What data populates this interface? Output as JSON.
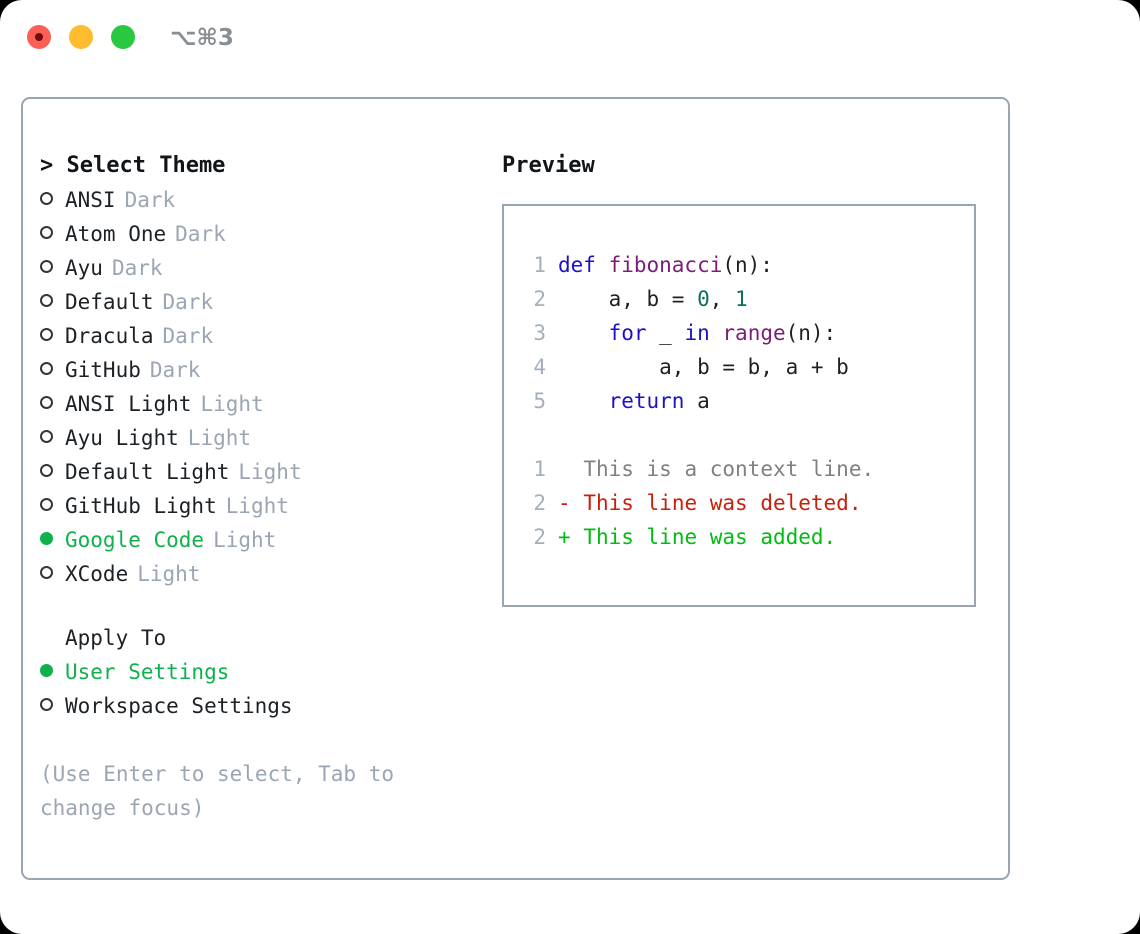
{
  "window": {
    "shortcut_label": "⌥⌘3",
    "traffic_lights": [
      "close",
      "minimize",
      "maximize"
    ]
  },
  "theme_panel": {
    "heading": "> Select Theme",
    "themes": [
      {
        "name": "ANSI",
        "variant": "Dark",
        "selected": false
      },
      {
        "name": "Atom One",
        "variant": "Dark",
        "selected": false
      },
      {
        "name": "Ayu",
        "variant": "Dark",
        "selected": false
      },
      {
        "name": "Default",
        "variant": "Dark",
        "selected": false
      },
      {
        "name": "Dracula",
        "variant": "Dark",
        "selected": false
      },
      {
        "name": "GitHub",
        "variant": "Dark",
        "selected": false
      },
      {
        "name": "ANSI Light",
        "variant": "Light",
        "selected": false
      },
      {
        "name": "Ayu Light",
        "variant": "Light",
        "selected": false
      },
      {
        "name": "Default Light",
        "variant": "Light",
        "selected": false
      },
      {
        "name": "GitHub Light",
        "variant": "Light",
        "selected": false
      },
      {
        "name": "Google Code",
        "variant": "Light",
        "selected": true
      },
      {
        "name": "XCode",
        "variant": "Light",
        "selected": false
      }
    ],
    "apply_to": {
      "heading": "Apply To",
      "options": [
        {
          "label": "User Settings",
          "selected": true
        },
        {
          "label": "Workspace Settings",
          "selected": false
        }
      ]
    },
    "hint": "(Use Enter to select, Tab to change focus)"
  },
  "preview": {
    "heading": "Preview",
    "code_lines": [
      {
        "num": "1",
        "tokens": [
          {
            "text": "def ",
            "kind": "kw"
          },
          {
            "text": "fibonacci",
            "kind": "fn"
          },
          {
            "text": "(n):",
            "kind": "plain"
          }
        ]
      },
      {
        "num": "2",
        "tokens": [
          {
            "text": "    a, b = ",
            "kind": "plain"
          },
          {
            "text": "0",
            "kind": "num"
          },
          {
            "text": ", ",
            "kind": "plain"
          },
          {
            "text": "1",
            "kind": "num"
          }
        ]
      },
      {
        "num": "3",
        "tokens": [
          {
            "text": "    ",
            "kind": "plain"
          },
          {
            "text": "for",
            "kind": "kw"
          },
          {
            "text": " _ ",
            "kind": "plain"
          },
          {
            "text": "in",
            "kind": "kw"
          },
          {
            "text": " ",
            "kind": "plain"
          },
          {
            "text": "range",
            "kind": "fn"
          },
          {
            "text": "(n):",
            "kind": "plain"
          }
        ]
      },
      {
        "num": "4",
        "tokens": [
          {
            "text": "        a, b = b, a + b",
            "kind": "plain"
          }
        ]
      },
      {
        "num": "5",
        "tokens": [
          {
            "text": "    ",
            "kind": "plain"
          },
          {
            "text": "return",
            "kind": "kw"
          },
          {
            "text": " a",
            "kind": "plain"
          }
        ]
      }
    ],
    "diff_lines": [
      {
        "num": "1",
        "marker": " ",
        "text": "This is a context line.",
        "kind": "ctx"
      },
      {
        "num": "2",
        "marker": "-",
        "text": "This line was deleted.",
        "kind": "del"
      },
      {
        "num": "2",
        "marker": "+",
        "text": "This line was added.",
        "kind": "add"
      }
    ]
  },
  "colors": {
    "accent_green": "#10b14c",
    "border": "#9aa5b1",
    "muted": "#9ba5b4",
    "keyword": "#1d11c7",
    "function": "#7c1d79",
    "number": "#0c6f66",
    "diff_add": "#03bb12",
    "diff_del": "#c8210b",
    "diff_ctx": "#808080",
    "line_number": "#a5aebb",
    "traffic_close": "#fc5f58",
    "traffic_min": "#febc2e",
    "traffic_max": "#28c840"
  }
}
